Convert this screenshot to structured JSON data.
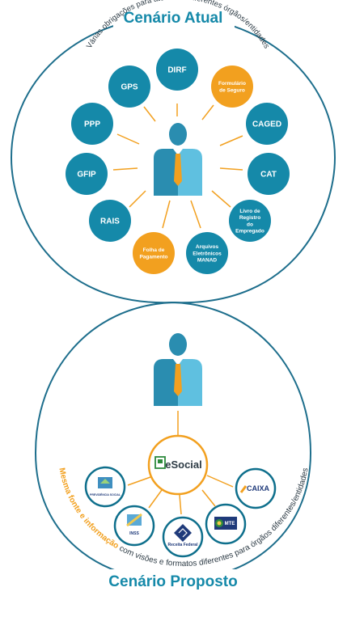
{
  "top": {
    "title": "Cenário Atual",
    "subtitle": "Várias obrigações para atender a diferentes órgãos/entidades",
    "nodes": [
      {
        "id": "dirf",
        "label": "DIRF"
      },
      {
        "id": "gps",
        "label": "GPS"
      },
      {
        "id": "formulario",
        "label": "Formulário de Seguro"
      },
      {
        "id": "ppp",
        "label": "PPP"
      },
      {
        "id": "caged",
        "label": "CAGED"
      },
      {
        "id": "gfip",
        "label": "GFIP"
      },
      {
        "id": "cat",
        "label": "CAT"
      },
      {
        "id": "rais",
        "label": "RAIS"
      },
      {
        "id": "livro",
        "label": "Livro de Registro do Empregado"
      },
      {
        "id": "folha",
        "label": "Folha de Pagamento"
      },
      {
        "id": "arquivos",
        "label": "Arquivos Eletrônicos MANAD"
      }
    ]
  },
  "bottom": {
    "title": "Cenário Proposto",
    "center_label": "eSocial",
    "caption_highlight": "Mesma fonte e informação",
    "caption_rest": " com visões e formatos diferentes para órgãos diferentes/entidades",
    "agencies": [
      {
        "id": "mps",
        "label": "PREVIDÊNCIA SOCIAL"
      },
      {
        "id": "inss",
        "label": "INSS"
      },
      {
        "id": "receita",
        "label": "Receita Federal"
      },
      {
        "id": "mte",
        "label": "MTE"
      },
      {
        "id": "caixa",
        "label": "CAIXA"
      }
    ]
  },
  "colors": {
    "outline": "#1d6e8c",
    "teal": "#1589a9",
    "teal_dark": "#0e6f8c",
    "orange": "#f2a01f",
    "person_head": "#2a8db0",
    "person_suit": "#5fc0e0",
    "esocial_green": "#2e8b3c"
  }
}
